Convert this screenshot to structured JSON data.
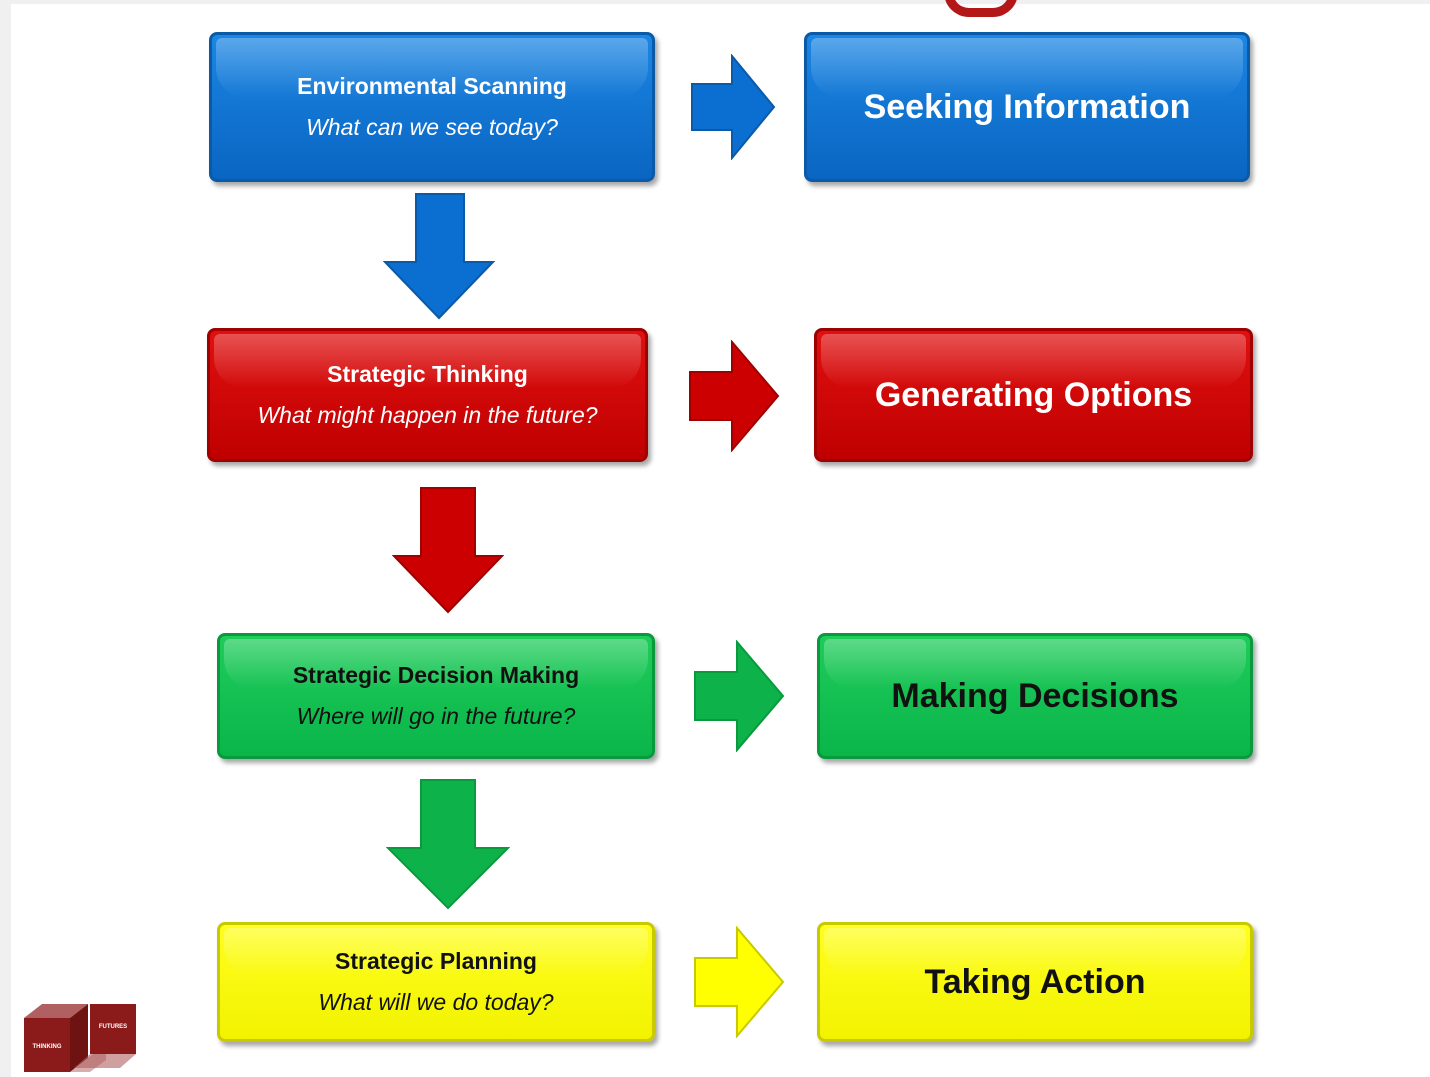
{
  "diagram": {
    "rows": [
      {
        "left": {
          "title": "Environmental Scanning",
          "question": "What can we see today?"
        },
        "right": "Seeking Information",
        "color": "#0a6fd1"
      },
      {
        "left": {
          "title": "Strategic Thinking",
          "question": "What might happen in the future?"
        },
        "right": "Generating Options",
        "color": "#cc0000"
      },
      {
        "left": {
          "title": "Strategic Decision Making",
          "question": "Where will go in the future?"
        },
        "right": "Making Decisions",
        "color": "#0db24a"
      },
      {
        "left": {
          "title": "Strategic Planning",
          "question": "What will we do today?"
        },
        "right": "Taking Action",
        "color": "#ffff00"
      }
    ]
  },
  "logo": {
    "word_top": "FUTURES",
    "word_bottom": "THINKING",
    "color": "#8b1a1a"
  }
}
